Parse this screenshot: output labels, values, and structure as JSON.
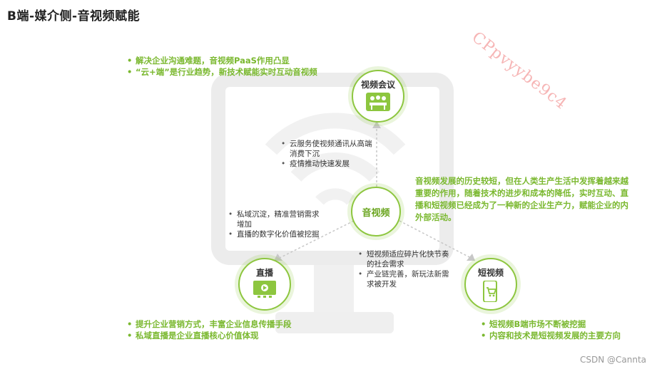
{
  "title": "B端-媒介侧-音视频赋能",
  "watermark": "CPpvyybe9c4",
  "footer": "CSDN @Cannta",
  "nodes": {
    "top": "视频会议",
    "center": "音视频",
    "left": "直播",
    "right": "短视频"
  },
  "top_left_points": [
    "解决企业沟通难题，音视频PaaS作用凸显",
    "“云+端”是行业趋势，新技术赋能实时互动音视频"
  ],
  "upper_middle_points": [
    "云服务使视频通讯从高端消费下沉",
    "疫情推动快速发展"
  ],
  "left_middle_points": [
    "私域沉淀，精准营销需求增加",
    "直播的数字化价值被挖掘"
  ],
  "lower_middle_points": [
    "短视频适应碎片化快节奏的社会需求",
    "产业链完善，新玩法新需求被开发"
  ],
  "bottom_left_points": [
    "提升企业营销方式，丰富企业信息传播手段",
    "私域直播是企业直播核心价值体现"
  ],
  "bottom_right_points": [
    "短视频B端市场不断被挖掘",
    "内容和技术是短视频发展的主要方向"
  ],
  "description": "音视频发展的历史较短，但在人类生产生活中发挥着越来越重要的作用，随着技术的进步和成本的降低，实时互动、直播和短视频已经成为了一种新的企业生产力，赋能企业的内外部活动。",
  "colors": {
    "accent": "#8dc63f",
    "text_green": "#7ab82f"
  }
}
